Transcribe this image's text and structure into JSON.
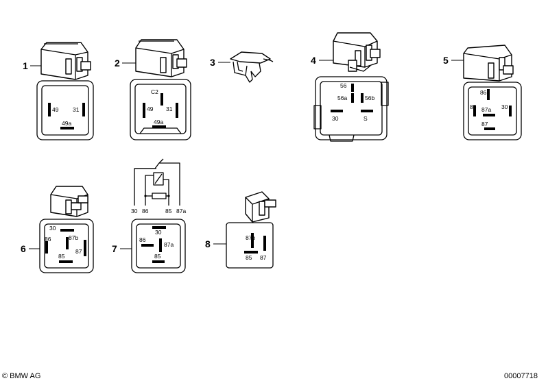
{
  "items": [
    {
      "number": "1",
      "pins": [
        "49",
        "31",
        "49a"
      ]
    },
    {
      "number": "2",
      "pins": [
        "C2",
        "49",
        "31",
        "49a"
      ]
    },
    {
      "number": "3",
      "pins": []
    },
    {
      "number": "4",
      "pins": [
        "56",
        "56a",
        "56b",
        "30",
        "S"
      ]
    },
    {
      "number": "5",
      "pins": [
        "86",
        "85",
        "87a",
        "30",
        "87"
      ]
    },
    {
      "number": "6",
      "pins": [
        "30",
        "86",
        "87b",
        "87",
        "85"
      ]
    },
    {
      "number": "7",
      "pins": [
        "30",
        "86",
        "87a",
        "85"
      ],
      "schematic_labels": [
        "30",
        "86",
        "85",
        "87a"
      ]
    },
    {
      "number": "8",
      "pins": [
        "87b",
        "85",
        "87"
      ]
    }
  ],
  "footer": {
    "copyright": "© BMW AG",
    "diagram_id": "00007718"
  }
}
